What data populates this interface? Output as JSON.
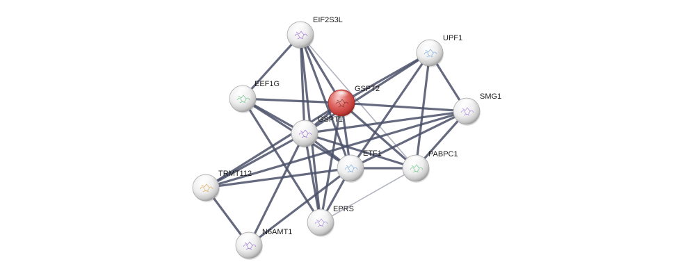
{
  "colors": {
    "background": "#ffffff",
    "node_default": "#e8e8e8",
    "node_query": "#d9534f",
    "edge_strong": "#4a5068",
    "edge_weak": "#a8abb8"
  },
  "network": {
    "nodes": [
      {
        "id": "EIF2S3L",
        "label": "EIF2S3L",
        "query": false,
        "icon": "structure-thumbnail-icon"
      },
      {
        "id": "UPF1",
        "label": "UPF1",
        "query": false,
        "icon": "structure-thumbnail-icon"
      },
      {
        "id": "EEF1G",
        "label": "EEF1G",
        "query": false,
        "icon": "structure-thumbnail-icon"
      },
      {
        "id": "GSPT2",
        "label": "GSPT2",
        "query": true,
        "icon": "structure-thumbnail-icon"
      },
      {
        "id": "SMG1",
        "label": "SMG1",
        "query": false,
        "icon": "structure-thumbnail-icon"
      },
      {
        "id": "GSPT1",
        "label": "GSPT1",
        "query": false,
        "icon": "structure-thumbnail-icon"
      },
      {
        "id": "ETF1",
        "label": "ETF1",
        "query": false,
        "icon": "structure-thumbnail-icon"
      },
      {
        "id": "PABPC1",
        "label": "PABPC1",
        "query": false,
        "icon": "structure-thumbnail-icon"
      },
      {
        "id": "TRMT112",
        "label": "TRMT112",
        "query": false,
        "icon": "structure-thumbnail-icon"
      },
      {
        "id": "EPRS",
        "label": "EPRS",
        "query": false,
        "icon": "structure-thumbnail-icon"
      },
      {
        "id": "N6AMT1",
        "label": "N6AMT1",
        "query": false,
        "icon": "structure-thumbnail-icon"
      }
    ],
    "edges": [
      {
        "source": "EIF2S3L",
        "target": "EEF1G",
        "strength": "strong"
      },
      {
        "source": "EIF2S3L",
        "target": "GSPT2",
        "strength": "strong"
      },
      {
        "source": "EIF2S3L",
        "target": "GSPT1",
        "strength": "strong"
      },
      {
        "source": "EIF2S3L",
        "target": "ETF1",
        "strength": "strong"
      },
      {
        "source": "EIF2S3L",
        "target": "EPRS",
        "strength": "strong"
      },
      {
        "source": "EIF2S3L",
        "target": "PABPC1",
        "strength": "weak"
      },
      {
        "source": "UPF1",
        "target": "GSPT2",
        "strength": "strong"
      },
      {
        "source": "UPF1",
        "target": "GSPT1",
        "strength": "strong"
      },
      {
        "source": "UPF1",
        "target": "SMG1",
        "strength": "strong"
      },
      {
        "source": "UPF1",
        "target": "ETF1",
        "strength": "strong"
      },
      {
        "source": "UPF1",
        "target": "PABPC1",
        "strength": "strong"
      },
      {
        "source": "EEF1G",
        "target": "GSPT2",
        "strength": "strong"
      },
      {
        "source": "EEF1G",
        "target": "GSPT1",
        "strength": "strong"
      },
      {
        "source": "EEF1G",
        "target": "ETF1",
        "strength": "strong"
      },
      {
        "source": "EEF1G",
        "target": "EPRS",
        "strength": "strong"
      },
      {
        "source": "GSPT2",
        "target": "SMG1",
        "strength": "strong"
      },
      {
        "source": "GSPT2",
        "target": "GSPT1",
        "strength": "strong"
      },
      {
        "source": "GSPT2",
        "target": "ETF1",
        "strength": "strong"
      },
      {
        "source": "GSPT2",
        "target": "PABPC1",
        "strength": "strong"
      },
      {
        "source": "GSPT2",
        "target": "TRMT112",
        "strength": "strong"
      },
      {
        "source": "GSPT2",
        "target": "EPRS",
        "strength": "strong"
      },
      {
        "source": "SMG1",
        "target": "GSPT1",
        "strength": "strong"
      },
      {
        "source": "SMG1",
        "target": "ETF1",
        "strength": "strong"
      },
      {
        "source": "SMG1",
        "target": "PABPC1",
        "strength": "strong"
      },
      {
        "source": "GSPT1",
        "target": "ETF1",
        "strength": "strong"
      },
      {
        "source": "GSPT1",
        "target": "PABPC1",
        "strength": "strong"
      },
      {
        "source": "GSPT1",
        "target": "TRMT112",
        "strength": "strong"
      },
      {
        "source": "GSPT1",
        "target": "EPRS",
        "strength": "strong"
      },
      {
        "source": "GSPT1",
        "target": "N6AMT1",
        "strength": "strong"
      },
      {
        "source": "ETF1",
        "target": "PABPC1",
        "strength": "strong"
      },
      {
        "source": "ETF1",
        "target": "TRMT112",
        "strength": "strong"
      },
      {
        "source": "ETF1",
        "target": "EPRS",
        "strength": "strong"
      },
      {
        "source": "ETF1",
        "target": "N6AMT1",
        "strength": "strong"
      },
      {
        "source": "PABPC1",
        "target": "EPRS",
        "strength": "weak"
      },
      {
        "source": "TRMT112",
        "target": "N6AMT1",
        "strength": "strong"
      },
      {
        "source": "TRMT112",
        "target": "SMG1",
        "strength": "strong"
      }
    ]
  }
}
